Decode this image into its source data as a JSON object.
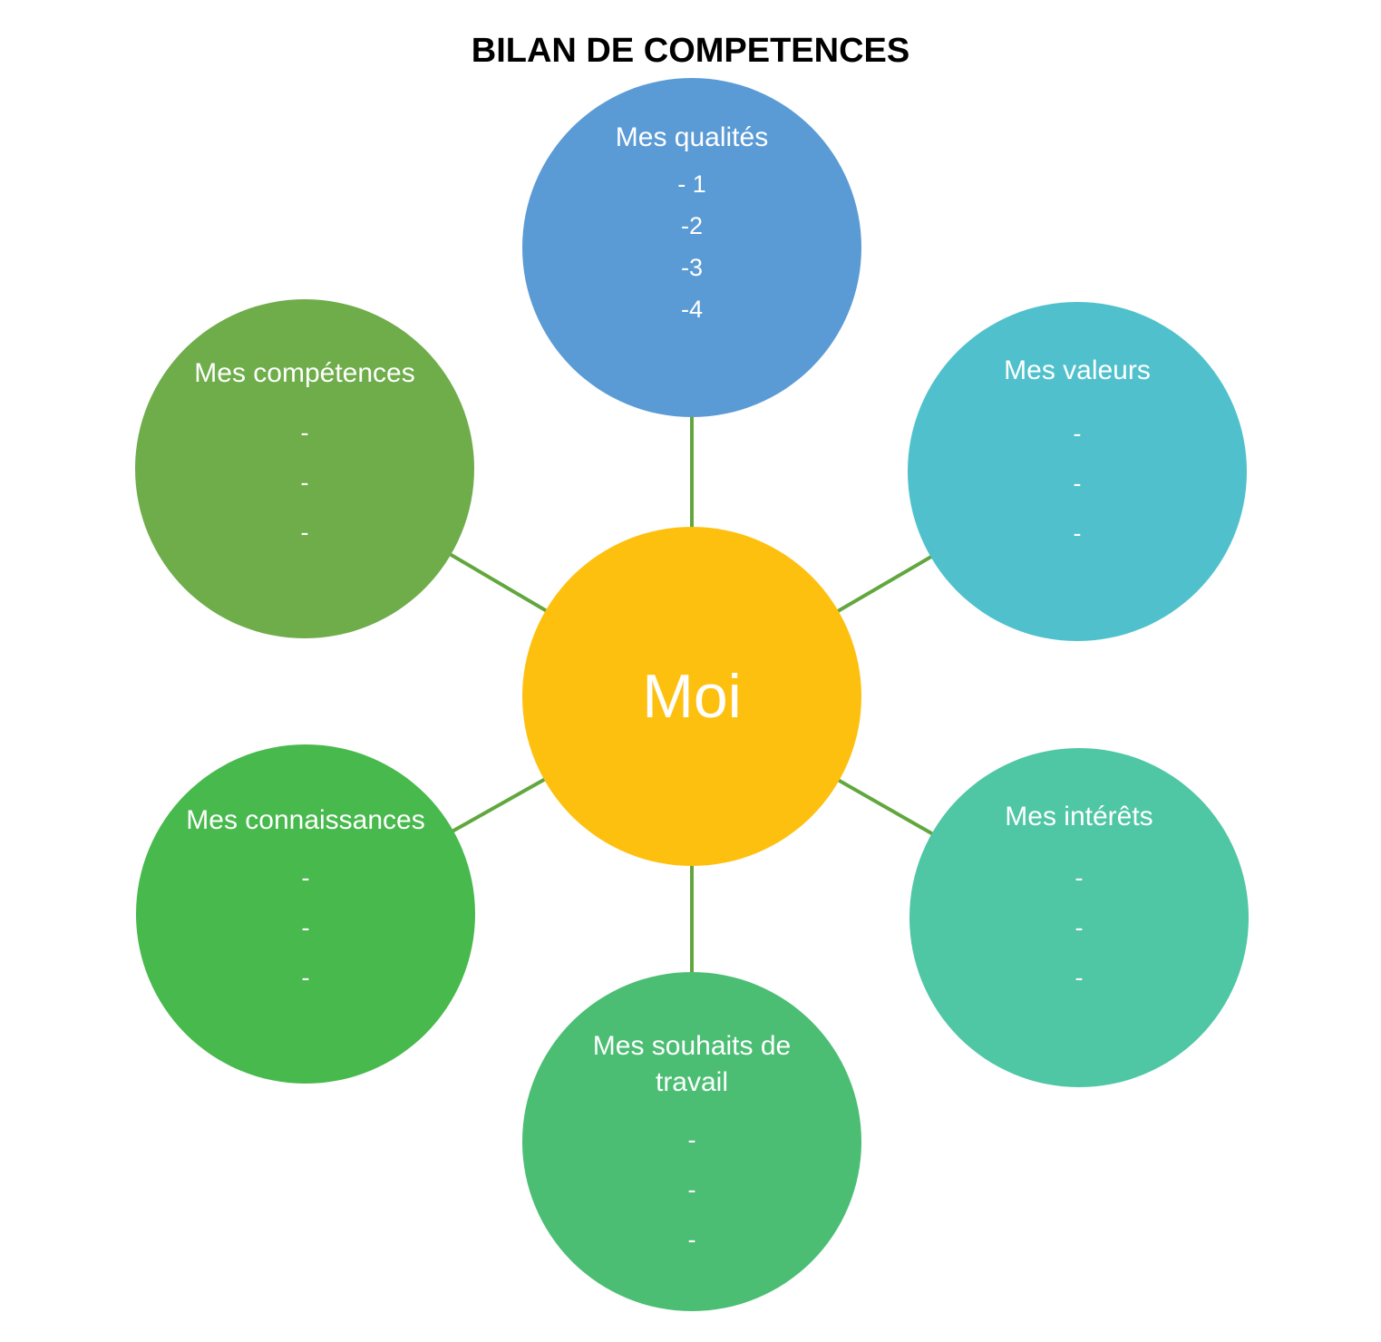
{
  "title": "BILAN DE COMPETENCES",
  "colors": {
    "connector": "#62A73E",
    "center_fill": "#FEC00F",
    "text": "#FFFFFF",
    "title_text": "#000000",
    "qualites_fill": "#5B9BD5",
    "valeurs_fill": "#50C1CC",
    "competences_fill": "#6FAD4B",
    "connaissances_fill": "#48B94D",
    "interets_fill": "#4FC6A4",
    "souhaits_fill": "#4BBE74"
  },
  "center": {
    "label": "Moi"
  },
  "nodes": [
    {
      "id": "qualites",
      "label": "Mes qualités",
      "items": [
        "- 1",
        "-2",
        "-3",
        "-4"
      ]
    },
    {
      "id": "valeurs",
      "label": "Mes valeurs",
      "items": [
        "-",
        "-",
        "-"
      ]
    },
    {
      "id": "competences",
      "label": "Mes compétences",
      "items": [
        "-",
        "-",
        "-"
      ]
    },
    {
      "id": "connaissances",
      "label": "Mes connaissances",
      "items": [
        "-",
        "-",
        "-"
      ]
    },
    {
      "id": "interets",
      "label": "Mes intérêts",
      "items": [
        "-",
        "-",
        "-"
      ]
    },
    {
      "id": "souhaits",
      "label": "Mes souhaits de travail",
      "items": [
        "-",
        "-",
        "-"
      ]
    }
  ]
}
